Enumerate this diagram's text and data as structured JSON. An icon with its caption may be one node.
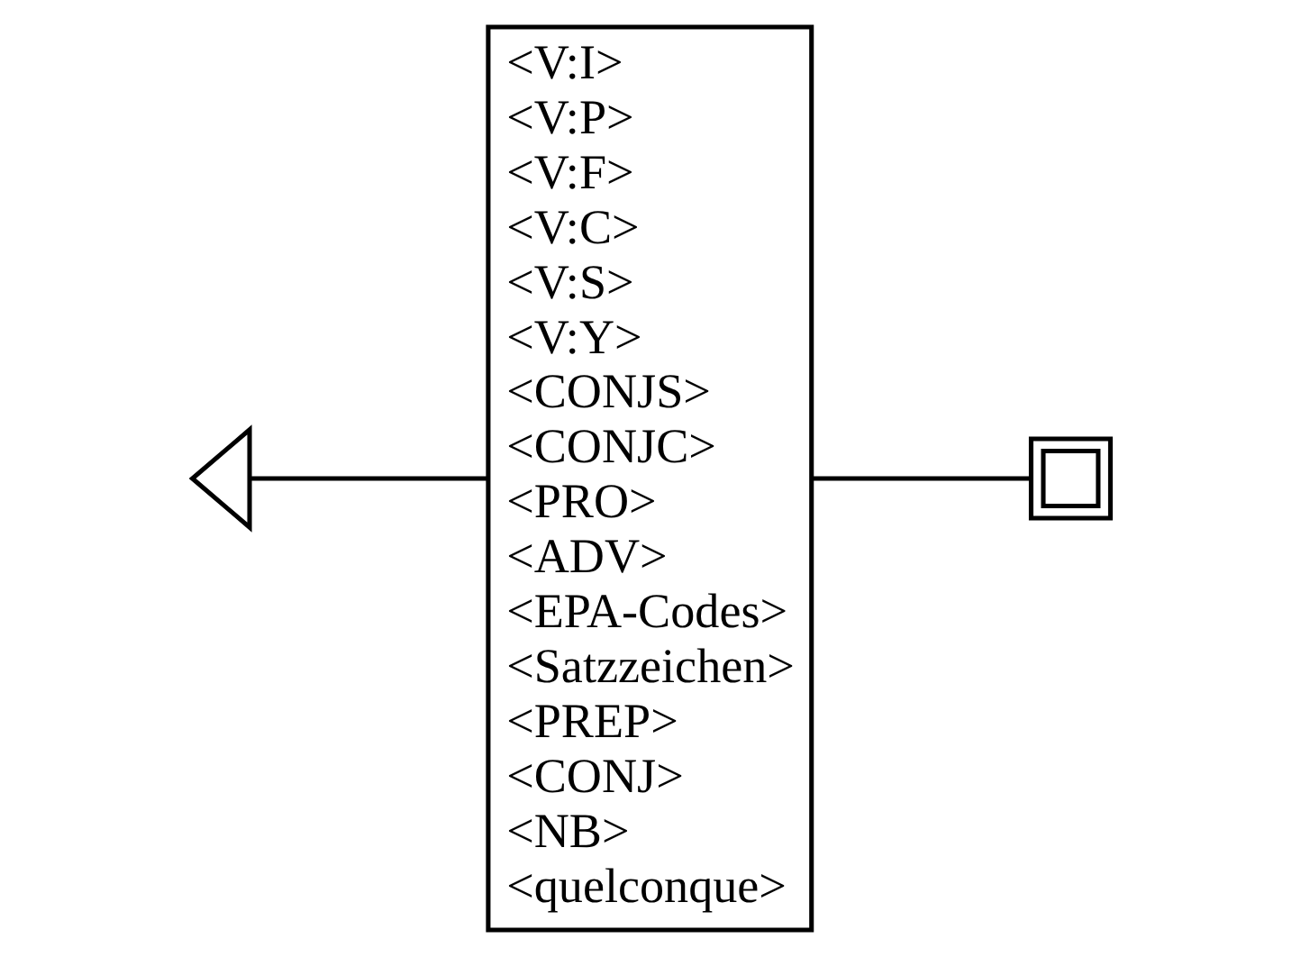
{
  "diagram": {
    "nodes": [
      {
        "text": [],
        "shape": "triangle"
      },
      {
        "text": [
          "<V:I>",
          "<V:P>",
          "<V:F>",
          "<V:C>",
          "<V:S>",
          "<V:Y>",
          "<CONJS>",
          "<CONJC>",
          "<PRO>",
          "<ADV>",
          "<EPA-Codes>",
          "<Satzzeichen>",
          "<PREP>",
          "<CONJ>",
          "<NB>",
          "<quelconque>"
        ]
      },
      {
        "text": [],
        "shape": "box"
      }
    ],
    "edges": [
      {
        "from": 0,
        "to": 1,
        "arrow": "none"
      },
      {
        "from": 1,
        "to": 2,
        "arrow": "none"
      }
    ]
  }
}
